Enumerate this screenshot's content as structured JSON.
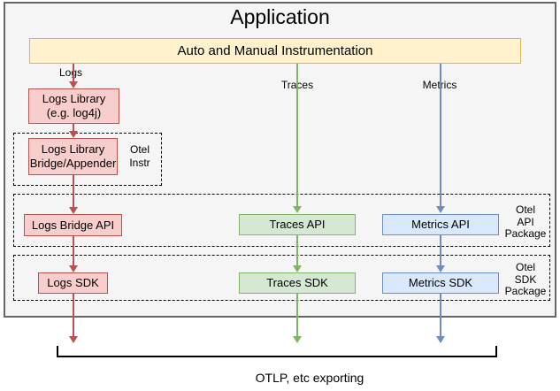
{
  "colors": {
    "app_fill": "#f5f5f5",
    "app_border": "#666666",
    "yellow_fill": "#fff2cc",
    "yellow_border": "#d6b656",
    "red_fill": "#f8cecc",
    "red_border": "#b85450",
    "green_fill": "#d5e8d4",
    "green_border": "#82b366",
    "blue_fill": "#dae8fc",
    "blue_border": "#6c8ebf"
  },
  "application": {
    "title": "Application"
  },
  "instrumentation_bar": {
    "label": "Auto and Manual Instrumentation"
  },
  "flow_labels": {
    "logs": "Logs",
    "traces": "Traces",
    "metrics": "Metrics"
  },
  "boxes": {
    "logs_library": {
      "line1": "Logs Library",
      "line2": "(e.g. log4j)"
    },
    "logs_bridge_appender": {
      "line1": "Logs Library",
      "line2": "Bridge/Appender"
    },
    "logs_bridge_api": {
      "label": "Logs Bridge API"
    },
    "traces_api": {
      "label": "Traces API"
    },
    "metrics_api": {
      "label": "Metrics API"
    },
    "logs_sdk": {
      "label": "Logs SDK"
    },
    "traces_sdk": {
      "label": "Traces SDK"
    },
    "metrics_sdk": {
      "label": "Metrics SDK"
    }
  },
  "group_labels": {
    "otel_instr": {
      "line1": "Otel",
      "line2": "Instr"
    },
    "otel_api_package": {
      "line1": "Otel",
      "line2": "API",
      "line3": "Package"
    },
    "otel_sdk_package": {
      "line1": "Otel",
      "line2": "SDK",
      "line3": "Package"
    }
  },
  "exporting": {
    "label": "OTLP, etc exporting"
  }
}
